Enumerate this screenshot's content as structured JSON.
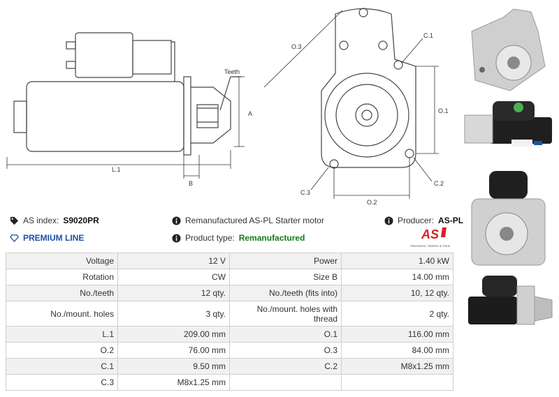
{
  "drawing": {
    "side_labels": {
      "teeth": "Teeth",
      "a": "A",
      "l1": "L.1",
      "b": "B"
    },
    "front_labels": {
      "o3": "O.3",
      "c1": "C.1",
      "o1": "O.1",
      "c3": "C.3",
      "c2": "C.2",
      "o2": "O.2"
    }
  },
  "info": {
    "as_index_label": "AS index:",
    "as_index_value": "S9020PR",
    "description": "Remanufactured AS-PL Starter motor",
    "producer_label": "Producer:",
    "producer_value": "AS-PL",
    "premium": "PREMIUM LINE",
    "product_type_label": "Product type:",
    "product_type_value": "Remanufactured"
  },
  "logo": {
    "mark": "AS",
    "tagline": "Alternators, Starters & Parts"
  },
  "specs": [
    {
      "l1": "Voltage",
      "v1": "12 V",
      "l2": "Power",
      "v2": "1.40 kW"
    },
    {
      "l1": "Rotation",
      "v1": "CW",
      "l2": "Size B",
      "v2": "14.00 mm"
    },
    {
      "l1": "No./teeth",
      "v1": "12 qty.",
      "l2": "No./teeth (fits into)",
      "v2": "10, 12 qty."
    },
    {
      "l1": "No./mount. holes",
      "v1": "3 qty.",
      "l2": "No./mount. holes with thread",
      "v2": "2 qty."
    },
    {
      "l1": "L.1",
      "v1": "209.00 mm",
      "l2": "O.1",
      "v2": "116.00 mm"
    },
    {
      "l1": "O.2",
      "v1": "76.00 mm",
      "l2": "O.3",
      "v2": "84.00 mm"
    },
    {
      "l1": "C.1",
      "v1": "9.50 mm",
      "l2": "C.2",
      "v2": "M8x1.25 mm"
    },
    {
      "l1": "C.3",
      "v1": "M8x1.25 mm",
      "l2": "",
      "v2": ""
    }
  ],
  "colors": {
    "accent_red": "#d2232a",
    "premium_blue": "#1f4fa8",
    "type_green": "#1a7a1a",
    "table_stripe": "#f1f1f1"
  }
}
